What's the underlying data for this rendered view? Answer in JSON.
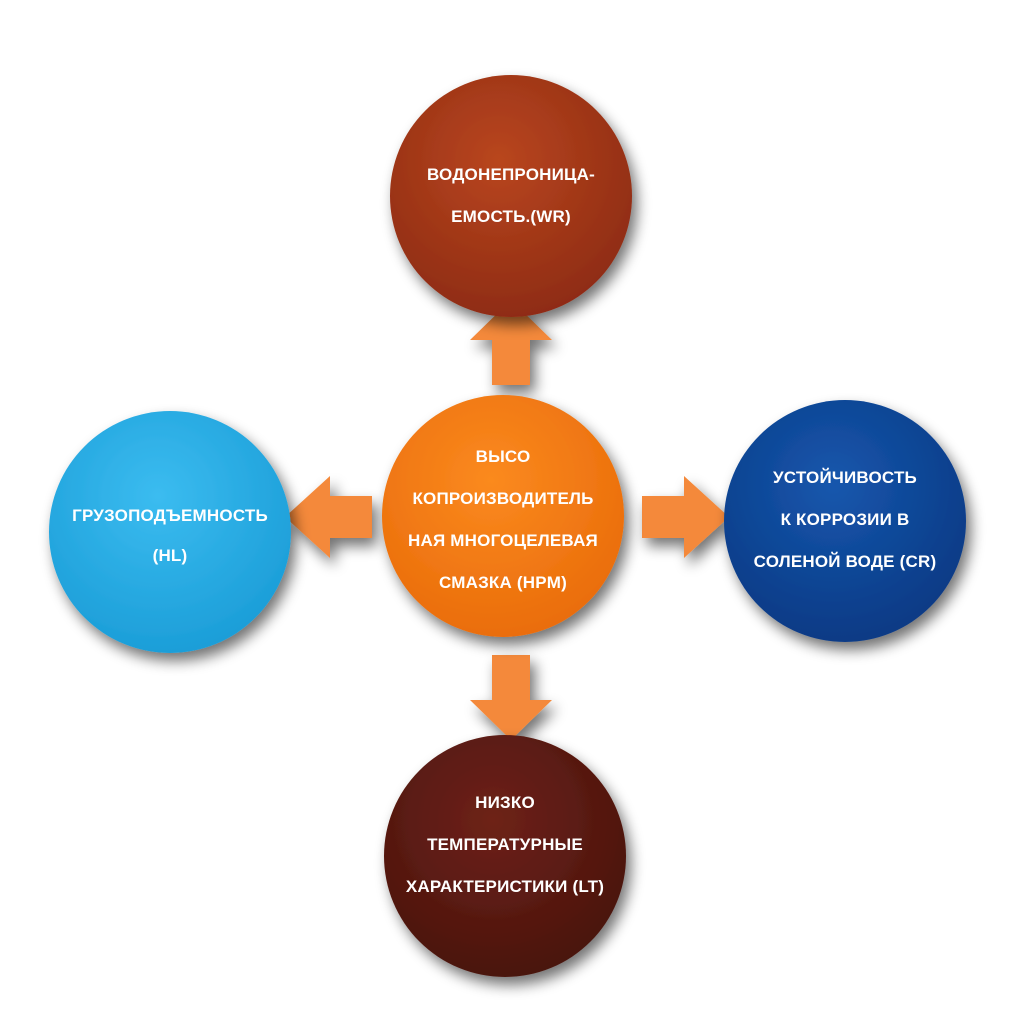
{
  "center": {
    "lines": [
      "ВЫСО",
      "КОПРОИЗВОДИТЕЛЬ",
      "НАЯ МНОГОЦЕЛЕВАЯ",
      "СМАЗКА (HPM)"
    ]
  },
  "top": {
    "lines": [
      "ВОДОНЕПРОНИЦА-",
      "ЕМОСТЬ.(WR)"
    ]
  },
  "left": {
    "lines": [
      "ГРУЗОПОДЪЕМНОСТЬ",
      "(HL)"
    ]
  },
  "right": {
    "lines": [
      "УСТОЙЧИВОСТЬ",
      "К КОРРОЗИИ В",
      "СОЛЕНОЙ ВОДЕ (CR)"
    ]
  },
  "bottom": {
    "lines": [
      "НИЗКО",
      "ТЕМПЕРАТУРНЫЕ",
      "ХАРАКТЕРИСТИКИ (LT)"
    ]
  },
  "colors": {
    "center": "#f47d14",
    "top": "#a8391a",
    "left": "#2aaee6",
    "right": "#0e4a9c",
    "bottom": "#5c1a12",
    "arrow": "#f4893a"
  }
}
